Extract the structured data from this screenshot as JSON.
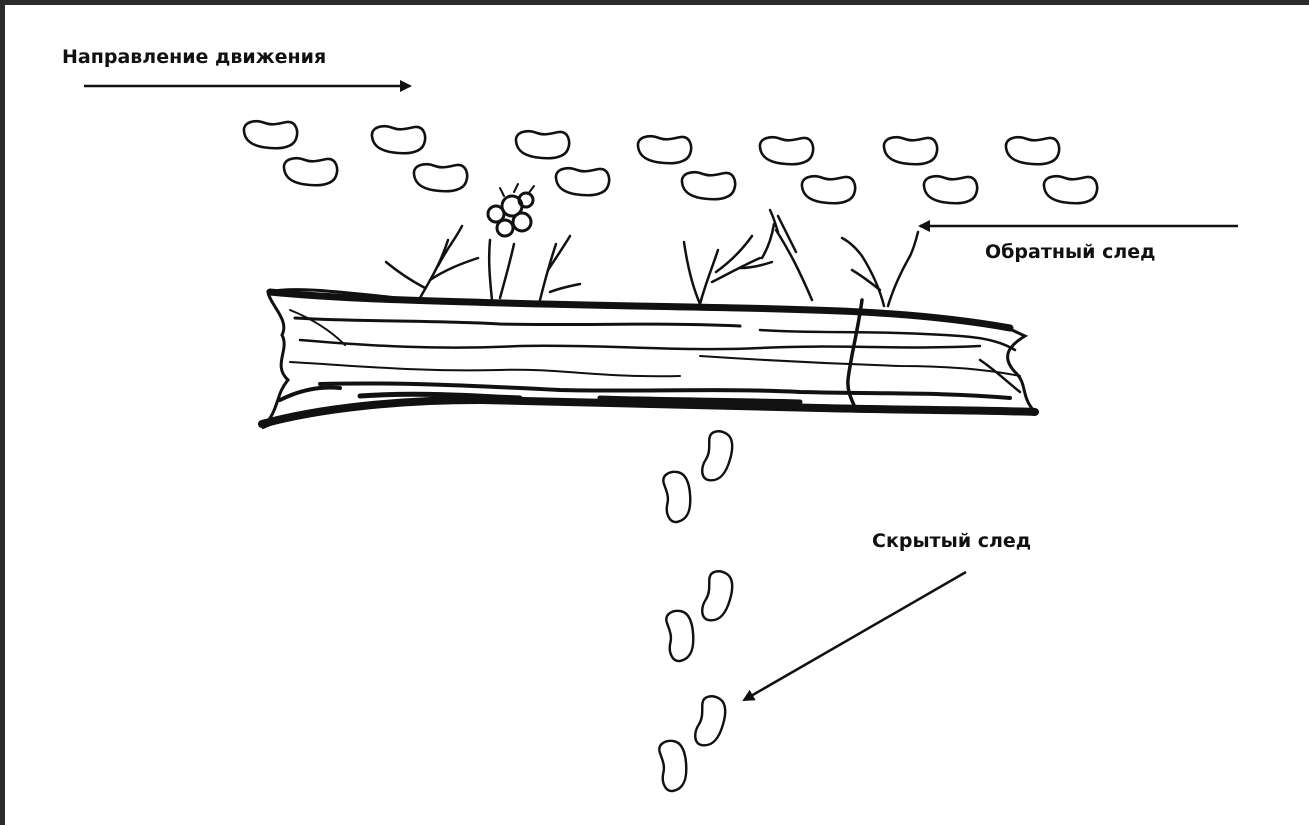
{
  "labels": {
    "direction": "Направление движения",
    "back_trail": "Обратный след",
    "hidden_trail": "Скрытый след"
  },
  "colors": {
    "ink": "#111111",
    "background": "#ffffff",
    "frame": "#2b2b2b"
  },
  "icons": {
    "footprint": "footprint-icon",
    "log": "fallen-log-icon",
    "bush": "bush-icon",
    "arrow": "arrow-icon"
  }
}
